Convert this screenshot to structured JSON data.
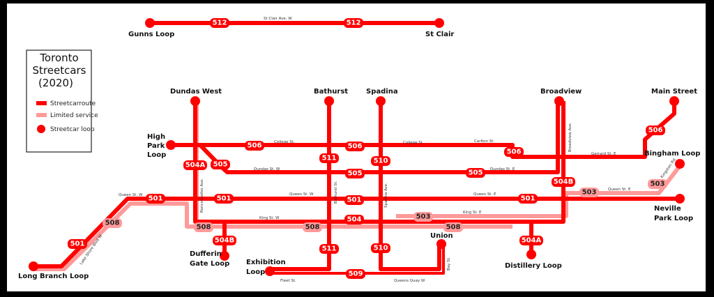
{
  "legend": {
    "title": [
      "Toronto",
      "Streetcars",
      "(2020)"
    ],
    "items": [
      "Streetcarroute",
      "Limited service",
      "Streetcar loop"
    ]
  },
  "colors": {
    "route": "#ff0000",
    "limited": "#ff9a9a"
  },
  "stations": {
    "gunns_loop": "Gunns Loop",
    "st_clair": "St Clair",
    "dundas_west": "Dundas West",
    "bathurst": "Bathurst",
    "spadina": "Spadina",
    "broadview": "Broadview",
    "main_street": "Main Street",
    "high_park": [
      "High",
      "Park",
      "Loop"
    ],
    "bingham": "Bingham Loop",
    "neville": [
      "Neville",
      "Park Loop"
    ],
    "dufferin": [
      "Dufferin",
      "Gate Loop"
    ],
    "exhibition": [
      "Exhibition",
      "Loop"
    ],
    "union": "Union",
    "distillery": "Distillery Loop",
    "long_branch": "Long Branch Loop"
  },
  "streets": {
    "st_clair": "St Clair Ave. W",
    "college1": "College St.",
    "college2": "College St.",
    "carlton": "Carlton St.",
    "gerrard": "Gerrard St. E",
    "dundas_w": "Dundas St. W",
    "dundas_e": "Dundas St. E",
    "queen_w1": "Queen St. W",
    "queen_w2": "Queen St. W",
    "queen_e1": "Queen St. E",
    "queen_e2": "Queen St. E",
    "king_w": "King St. W",
    "king_e": "King St. E",
    "roncesvalles": "Roncesvalles Ave.",
    "bathurst": "Bathurst St.",
    "spadina": "Spadina Ave.",
    "broadview": "Broadview Ave.",
    "kingston": "Kingston Rd.",
    "lakeshore": "Lake Shore Blvd W",
    "bay": "Bay St.",
    "fleet": "Fleet St.",
    "queens_quay": "Queens Quay W"
  },
  "routes": {
    "r512a": "512",
    "r512b": "512",
    "r506a": "506",
    "r506b": "506",
    "r506c": "506",
    "r506d": "506",
    "r505a": "505",
    "r505b": "505",
    "r505c": "505",
    "r511a": "511",
    "r511b": "511",
    "r510a": "510",
    "r510b": "510",
    "r501a": "501",
    "r501b": "501",
    "r501c": "501",
    "r501d": "501",
    "r501e": "501",
    "r504": "504",
    "r504a1": "504A",
    "r504a2": "504A",
    "r504b1": "504B",
    "r504b2": "504B",
    "r508a": "508",
    "r508b": "508",
    "r508c": "508",
    "r508d": "508",
    "r503a": "503",
    "r503b": "503",
    "r503c": "503",
    "r509": "509"
  }
}
